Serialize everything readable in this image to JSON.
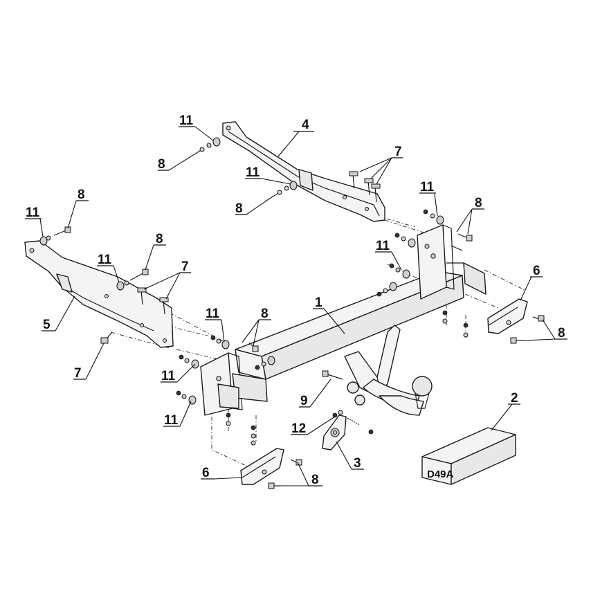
{
  "callouts": {
    "c1": "1",
    "c2": "2",
    "c3": "3",
    "c4": "4",
    "c5": "5",
    "c6a": "6",
    "c6b": "6",
    "c7a": "7",
    "c7b": "7",
    "c7c": "7",
    "c8a": "8",
    "c8b": "8",
    "c8c": "8",
    "c8d": "8",
    "c8e": "8",
    "c8f": "8",
    "c8g": "8",
    "c8h": "8",
    "c9": "9",
    "c11a": "11",
    "c11b": "11",
    "c11c": "11",
    "c11d": "11",
    "c11e": "11",
    "c11f": "11",
    "c11g": "11",
    "c11h": "11",
    "c12": "12"
  },
  "kit_box_label": "D49A"
}
